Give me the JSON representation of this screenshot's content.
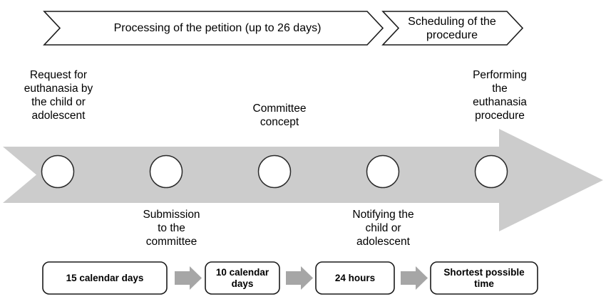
{
  "diagram": {
    "title_banner": {
      "segments": [
        {
          "label": "Processing of the petition (up to 26 days)"
        },
        {
          "label": "Scheduling of the\nprocedure"
        }
      ]
    },
    "timeline": {
      "milestones_above": [
        {
          "label": "Request for\neuthanasia by\nthe child or\nadolescent"
        },
        {
          "label": "Committee\nconcept"
        },
        {
          "label": "Performing\nthe\neuthanasia\nprocedure"
        }
      ],
      "milestones_below": [
        {
          "label": "Submission\nto the\ncommittee"
        },
        {
          "label": "Notifying the\nchild or\nadolescent"
        }
      ],
      "node_count": 5
    },
    "durations": [
      {
        "label": "15 calendar days"
      },
      {
        "label": "10 calendar\ndays"
      },
      {
        "label": "24 hours"
      },
      {
        "label": "Shortest possible\ntime"
      }
    ],
    "colors": {
      "band_gray": "#cccccc",
      "connector_gray": "#a6a6a6",
      "outline": "#404040",
      "text": "#000000",
      "background": "#ffffff"
    }
  }
}
